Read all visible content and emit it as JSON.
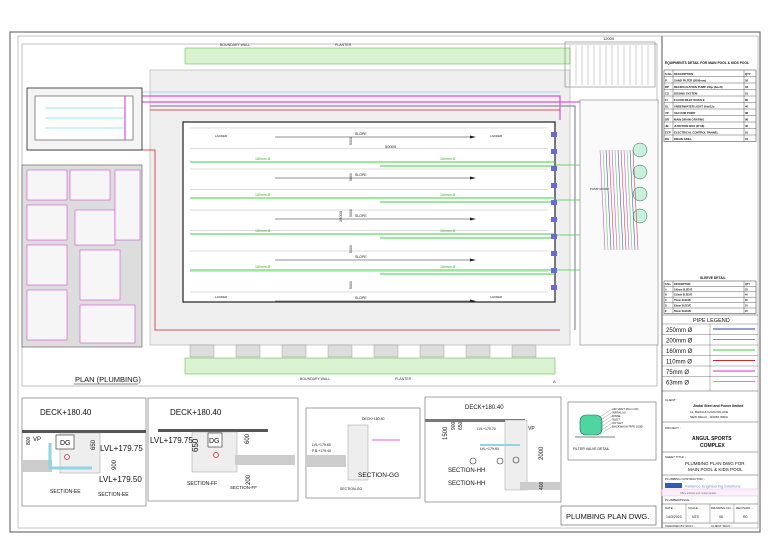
{
  "plan": {
    "title": "PLAN (PLUMBING)",
    "boundary_wall_top": "BOUNDARY WALL",
    "boundary_wall_bottom": "BOUNDARY WALL",
    "planter_top": "PLANTER",
    "planter_bottom": "PLANTER",
    "pool_length": "50000",
    "pool_width": "25000",
    "lane_width": "5000",
    "top_dim": "12000",
    "slope_label": "SLOPE",
    "ladder_label": "LADDER",
    "pipe_label_green": "160mm Ø",
    "pump_room_label": "PUMP ROOM",
    "section_mark": "A"
  },
  "sections": [
    {
      "title": "SECTION-EE",
      "subtitle": "SECTION-EE",
      "deck": "DECK+180.40",
      "lvl1": "LVL+179.75",
      "lvl2": "LVL+179.50",
      "dims": [
        "800",
        "650",
        "900"
      ],
      "vp": "VP",
      "dg": "DG"
    },
    {
      "title": "SECTION-FF",
      "subtitle": "SECTION-FF",
      "deck": "DECK+180.40",
      "lvl1": "LVL+179.75",
      "dims": [
        "650",
        "600",
        "200"
      ],
      "dg": "DG"
    },
    {
      "title": "SECTION-GG",
      "subtitle": "SECTION-GG",
      "deck": "DECK+180.40",
      "lvl1": "LVL+179.60",
      "lvl2": "P.B.+179.40"
    },
    {
      "title": "SECTION-HH",
      "subtitle": "SECTION-HH",
      "deck": "DECK+180.40",
      "lvl1": "LVL+179.70",
      "lvl2": "LVL+179.90",
      "dims": [
        "1500",
        "900",
        "650",
        "2000",
        "400"
      ],
      "vp": "VP"
    }
  ],
  "filter_detail": {
    "title": "FILTER VALVE DETAIL",
    "notes": [
      "AIR VENT 25mm OD",
      "INFRALUX",
      "RINSE",
      "INLET",
      "OUTLET",
      "BACKWASH PIPE 100Ø"
    ]
  },
  "drawing_label": "PLUMBING PLAN DWG.",
  "equipment": {
    "title": "EQUIPMENTS DETAIL FOR MAIN POOL & KIDS POOL",
    "headers": [
      "S.No.",
      "DESCRIPTION",
      "QTY"
    ],
    "rows": [
      [
        "P",
        "SAND FILTER (2000mm)",
        "02"
      ],
      [
        "RP",
        "RECIRCULATION PUMP 10hp (3ø+N)",
        "03"
      ],
      [
        "CS",
        "DOSING SYSTEM",
        "01"
      ],
      [
        "FI",
        "FLOOR INLET NOZZLE",
        "60"
      ],
      [
        "UL",
        "UNDERWATER LIGHT 30w/12v",
        "40"
      ],
      [
        "VP",
        "VACUUM POINT",
        "08"
      ],
      [
        "DR",
        "MAIN DRAIN GRATING",
        "08"
      ],
      [
        "JB",
        "JUNCTION BOX (IP 68)",
        "40"
      ],
      [
        "ECP",
        "ELECTRICAL CONTROL PANNEL",
        "01"
      ],
      [
        "DG",
        "DRAIN GRILL",
        "01"
      ]
    ]
  },
  "sleeve": {
    "title": "SLEEVE DETAIL",
    "headers": [
      "S.No.",
      "DESCRIPTION",
      "QTY"
    ],
    "rows": [
      [
        "A",
        "160mm SLEEVE",
        "20"
      ],
      [
        "B",
        "110mm SLEEVE",
        "40"
      ],
      [
        "C",
        "75mm SLEEVE",
        "30"
      ],
      [
        "D",
        "63mm SLEEVE",
        "20"
      ],
      [
        "E",
        "50mm SLEEVE",
        "20"
      ]
    ]
  },
  "pipe_legend": {
    "title": "PIPE LEGEND",
    "items": [
      {
        "label": "250mm Ø",
        "color": "#2b3aa8"
      },
      {
        "label": "200mm Ø",
        "color": "#8a8f99"
      },
      {
        "label": "160mm Ø",
        "color": "#3ccf3c"
      },
      {
        "label": "110mm Ø",
        "color": "#d4232f"
      },
      {
        "label": "75mm Ø",
        "color": "#d62fd6"
      },
      {
        "label": "63mm Ø",
        "color": "#33d6e6"
      }
    ]
  },
  "title_block": {
    "client_label": "CLIENT :",
    "client_name": "Jindal Steel and Power limited",
    "client_addr1": "12, BHIKAJI CAMA PALACE",
    "client_addr2": "NEW DELHI - 110066 INDIA",
    "project_label": "PROJECT :",
    "project_line1": "ANGUL SPORTS",
    "project_line2": "COMPLEX",
    "sheet_label": "SHEET TITLE :-",
    "sheet_line1": "PLUMBING PLAN DWG FOR",
    "sheet_line2": "MAIN POOL & KIDS POOL",
    "contractor_label": "PLUMBING CONTRACTOR :-",
    "contractor_name": "Reliance Engineering Solutions",
    "contractor_addr": "Office address and contact details",
    "remarks_label": "PLUMBER/ISSUE",
    "date_label": "DATE :-",
    "date": "14/3/2023",
    "scale_label": "SCALE :-",
    "scale": "NTS",
    "dwg_label": "DRAWING NO :-",
    "dwg": "06",
    "rev_label": "REVISION :-",
    "rev": "R0",
    "checked_label": "CHECKED BY SIGN :-",
    "client_sign_label": "CLIENT SIGN :-"
  }
}
